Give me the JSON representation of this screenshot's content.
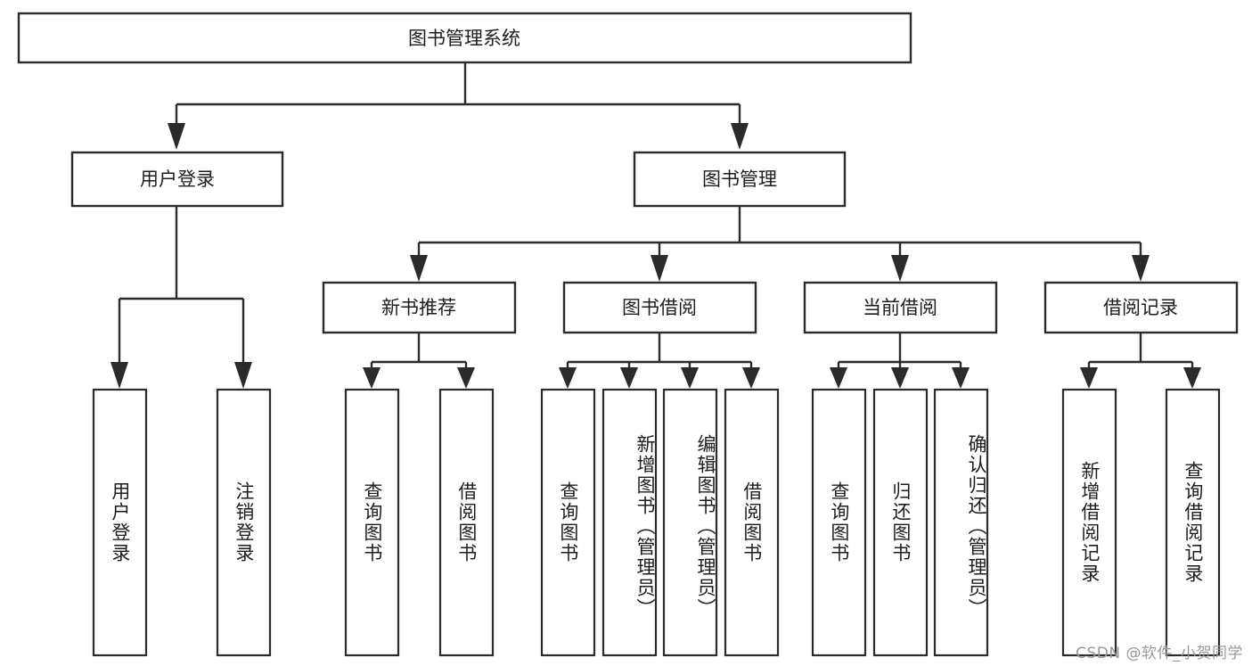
{
  "diagram": {
    "title": "图书管理系统",
    "type": "tree-hierarchy-functional-decomposition",
    "watermark": "CSDN @软件_小贺同学",
    "colors": {
      "stroke": "#2b2b2b",
      "fill": "#ffffff",
      "text": "#1d1d1d",
      "watermark": "#9a9a9a"
    },
    "root": {
      "label": "图书管理系统"
    },
    "level2": [
      {
        "label": "用户登录"
      },
      {
        "label": "图书管理"
      }
    ],
    "level3": [
      {
        "label": "新书推荐"
      },
      {
        "label": "图书借阅"
      },
      {
        "label": "当前借阅"
      },
      {
        "label": "借阅记录"
      }
    ],
    "leaves": {
      "user_login": [
        {
          "label": "用户登录"
        },
        {
          "label": "注销登录"
        }
      ],
      "new_book_recommend": [
        {
          "label": "查询图书"
        },
        {
          "label": "借阅图书"
        }
      ],
      "book_borrow": [
        {
          "label": "查询图书"
        },
        {
          "label": "新增图书（管理员）"
        },
        {
          "label": "编辑图书（管理员）"
        },
        {
          "label": "借阅图书"
        }
      ],
      "current_borrow": [
        {
          "label": "查询图书"
        },
        {
          "label": "归还图书"
        },
        {
          "label": "确认归还（管理员）"
        }
      ],
      "borrow_record": [
        {
          "label": "新增借阅记录"
        },
        {
          "label": "查询借阅记录"
        }
      ]
    }
  }
}
